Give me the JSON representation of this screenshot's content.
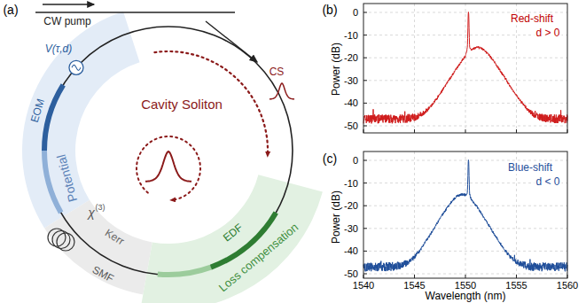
{
  "diagram": {
    "labels": [
      "(a)",
      "CW pump",
      "CS",
      "Cavity Soliton",
      "V(τ,d)",
      "EOM",
      "Potential",
      "Kerr",
      "χ",
      "(3)",
      "SMF",
      "Loss compensation",
      "EDF",
      "(b)",
      "Red-shift",
      "d > 0",
      "Power (dB)",
      "0",
      "-10",
      "-20",
      "-30",
      "-40",
      "-50",
      "(c)",
      "Blue-shift",
      "d < 0",
      "Power (dB)",
      "0",
      "-10",
      "-20",
      "-30",
      "-40",
      "-50",
      "1540",
      "1545",
      "1550",
      "1555",
      "1560",
      "Wavelength (nm)"
    ]
  }
}
